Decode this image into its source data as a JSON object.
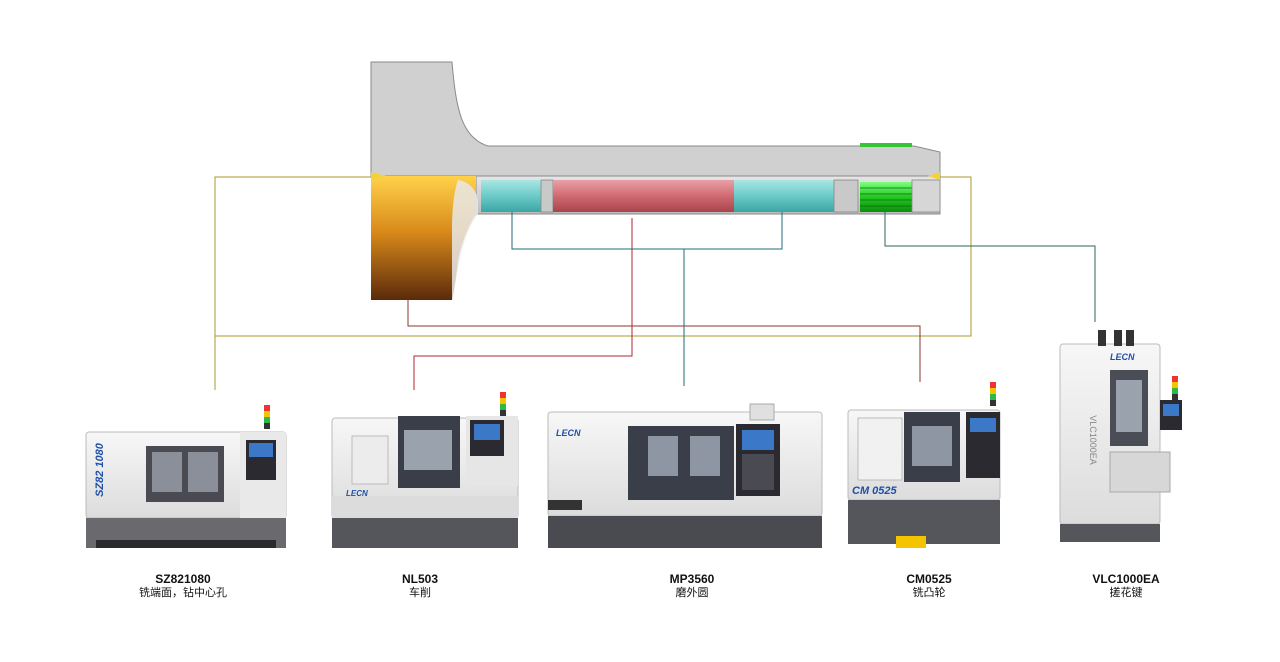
{
  "brand_text": "LECN",
  "machines": [
    {
      "model": "SZ821080",
      "operation": "铣端面，钻中心孔",
      "side_text": "SZ82 1080",
      "line_color": "#b8a11a"
    },
    {
      "model": "NL503",
      "operation": "车削",
      "side_text": "",
      "line_color": "#b3262e"
    },
    {
      "model": "MP3560",
      "operation": "磨外圆",
      "side_text": "",
      "line_color": "#1f6e7a"
    },
    {
      "model": "CM0525",
      "operation": "铣凸轮",
      "side_text": "CM 0525",
      "line_color": "#8b3a2a"
    },
    {
      "model": "VLC1000EA",
      "operation": "搓花键",
      "side_text": "VLC1000EA",
      "line_color": "#2e6a4e"
    }
  ],
  "part_colors": {
    "body": "#d2d2d2",
    "face_top": "#ffd24a",
    "face_bottom": "#5a2a0a",
    "grind": "#7fd1cf",
    "turn": "#d9727a",
    "spline": "#2fd12f"
  }
}
